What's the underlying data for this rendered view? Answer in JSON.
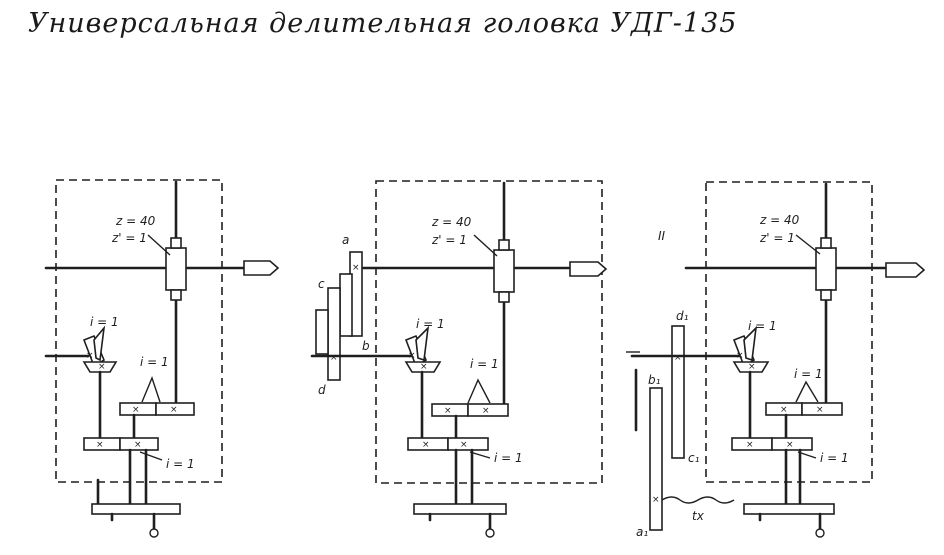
{
  "title": "Универсальная делительная головка УДГ-135",
  "labels": {
    "z": "z = 40",
    "zprime": "z' = 1",
    "i": "i = 1",
    "a": "a",
    "b": "b",
    "c": "c",
    "d": "d",
    "a1": "a₁",
    "b1": "b₁",
    "c1": "c₁",
    "d1": "d₁",
    "tx": "tx",
    "roman": "II"
  }
}
